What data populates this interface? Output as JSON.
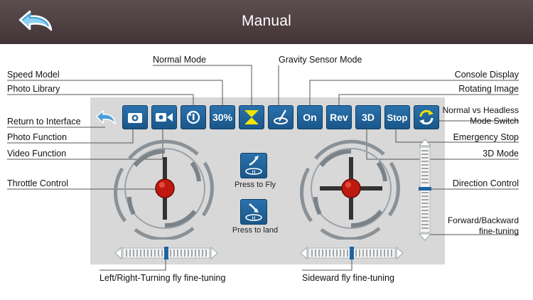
{
  "header": {
    "title": "Manual",
    "back_icon": "return-arrow-icon"
  },
  "toolbar": {
    "speed_label": "30%",
    "console_label": "On",
    "rotate_label": "Rev",
    "mode3d_label": "3D",
    "stop_label": "Stop"
  },
  "buttons": {
    "fly_label": "Press to Fly",
    "land_label": "Press to land"
  },
  "labels": {
    "speed_model": "Speed Model",
    "photo_library": "Photo Library",
    "normal_mode": "Normal Mode",
    "gravity_sensor_mode": "Gravity Sensor Mode",
    "return_to_interface": "Return to Interface",
    "photo_function": "Photo Function",
    "video_function": "Video Function",
    "throttle_control": "Throttle Control",
    "console_display": "Console Display",
    "rotating_image": "Rotating Image",
    "headless_switch_1": "Normal vs Headless",
    "headless_switch_2": "Mode Switch",
    "emergency_stop": "Emergency Stop",
    "mode_3d": "3D Mode",
    "direction_control": "Direction Control",
    "fb_finetune_1": "Forward/Backward",
    "fb_finetune_2": "fine-tuning",
    "lr_turning_finetune": "Left/Right-Turning fly fine-tuning",
    "sideward_finetune": "Sideward fly fine-tuning"
  },
  "colors": {
    "header_bg": "#4e4043",
    "button_blue": "#1f64a0",
    "stop_red": "#c01a10",
    "accent_yellow": "#f2e500",
    "panel_bg": "#d8d8d8"
  }
}
